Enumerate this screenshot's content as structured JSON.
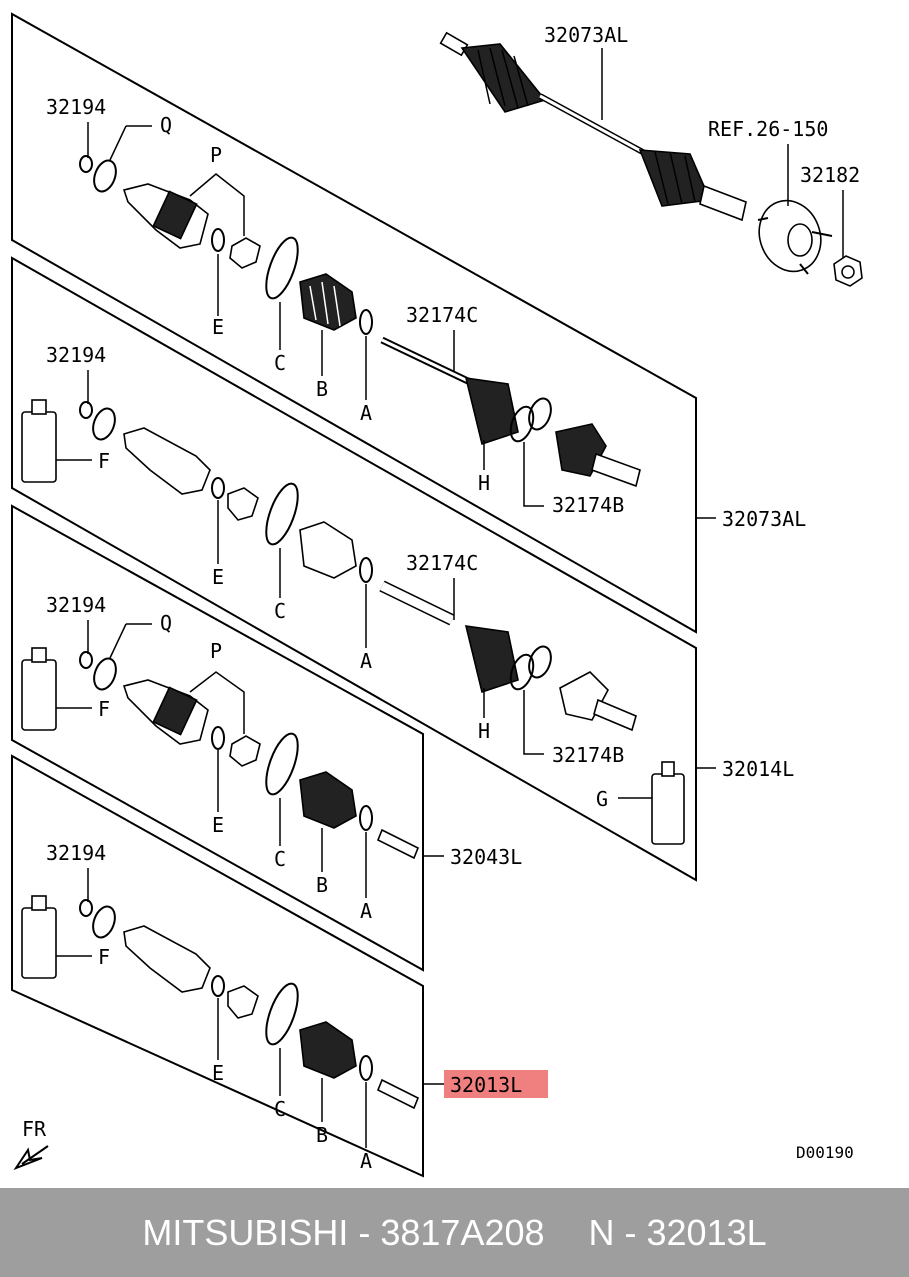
{
  "labels": {
    "top_assembly_part": "32073AL",
    "ref": "REF.26-150",
    "nut_part": "32182",
    "panel1_snapring": "32194",
    "panel1_q": "Q",
    "panel1_p": "P",
    "panel1_e": "E",
    "panel1_c": "C",
    "panel1_b": "B",
    "panel1_a": "A",
    "panel1_shaft": "32174C",
    "panel1_h": "H",
    "panel1_ring": "32174B",
    "panel1_assembly": "32073AL",
    "panel2_snapring": "32194",
    "panel2_f": "F",
    "panel2_e": "E",
    "panel2_c": "C",
    "panel2_a": "A",
    "panel2_shaft": "32174C",
    "panel2_h": "H",
    "panel2_ring": "32174B",
    "panel2_g": "G",
    "panel2_assembly": "32014L",
    "panel3_snapring": "32194",
    "panel3_q": "Q",
    "panel3_p": "P",
    "panel3_f": "F",
    "panel3_e": "E",
    "panel3_c": "C",
    "panel3_b": "B",
    "panel3_a": "A",
    "panel3_assembly": "32043L",
    "panel4_snapring": "32194",
    "panel4_f": "F",
    "panel4_e": "E",
    "panel4_c": "C",
    "panel4_b": "B",
    "panel4_a": "A",
    "panel4_assembly": "32013L",
    "fr": "FR",
    "drawing_no": "D00190"
  },
  "highlight_color": "#f08080",
  "footer": {
    "left": "MITSUBISHI - 3817A208",
    "right": "N - 32013L"
  }
}
